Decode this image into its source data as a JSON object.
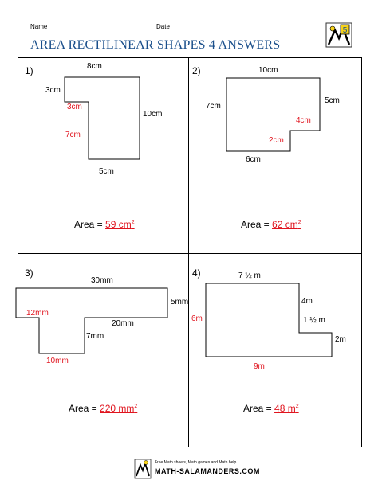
{
  "header": {
    "name_label": "Name",
    "date_label": "Date",
    "title": "AREA RECTILINEAR SHAPES 4 ANSWERS",
    "logo_number": "5"
  },
  "problems": [
    {
      "number": "1)",
      "labels": {
        "top": "8cm",
        "left": "3cm",
        "notch_h": "3cm",
        "notch_v": "7cm",
        "right": "10cm",
        "bottom": "5cm"
      },
      "answer": {
        "prefix": "Area = ",
        "value": "59 cm",
        "sup": "2"
      }
    },
    {
      "number": "2)",
      "labels": {
        "top": "10cm",
        "left": "7cm",
        "right": "5cm",
        "step_v": "4cm",
        "step_h": "2cm",
        "bottom": "6cm"
      },
      "answer": {
        "prefix": "Area = ",
        "value": "62 cm",
        "sup": "2"
      }
    },
    {
      "number": "3)",
      "labels": {
        "top": "30mm",
        "right": "5mm",
        "left": "12mm",
        "mid": "20mm",
        "inner_v": "7mm",
        "bottom": "10mm"
      },
      "answer": {
        "prefix": "Area = ",
        "value": "220 mm",
        "sup": "2"
      }
    },
    {
      "number": "4)",
      "labels": {
        "top": "7 ½ m",
        "left": "6m",
        "right_upper": "4m",
        "step_h": "1 ½ m",
        "right_lower": "2m",
        "bottom": "9m"
      },
      "answer": {
        "prefix": "Area = ",
        "value": "48 m",
        "sup": "2"
      }
    }
  ],
  "footer": {
    "tagline": "Free Math sheets, Math games and Math help",
    "brand": "MATH-SALAMANDERS.COM"
  },
  "colors": {
    "title": "#1a4f8b",
    "answer": "#e0141e"
  }
}
